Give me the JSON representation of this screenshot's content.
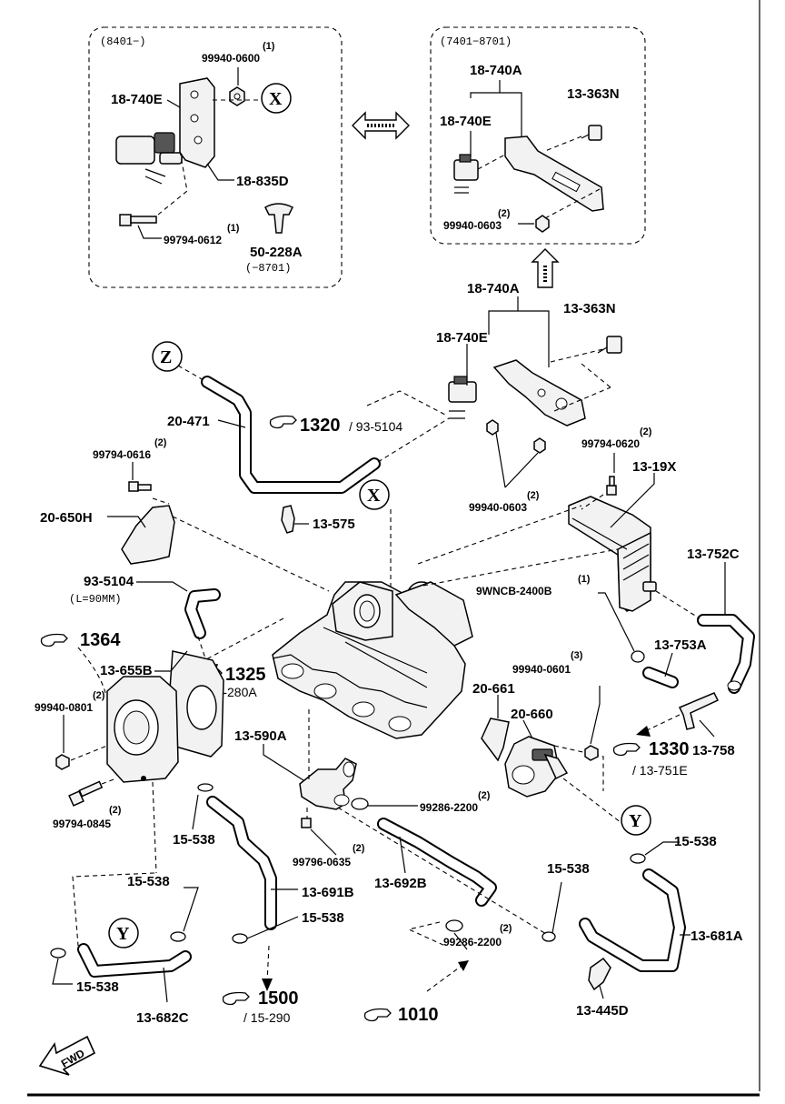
{
  "inset_left": {
    "range": "(8401−)",
    "bolt_note": "(−8701)"
  },
  "inset_right": {
    "range": "(7401−8701)"
  },
  "callouts": {
    "x": "X",
    "y": "Y",
    "z": "Z"
  },
  "parts": {
    "p18_740E": "18-740E",
    "p18_740A": "18-740A",
    "p18_835D": "18-835D",
    "p13_363N": "13-363N",
    "p99940_0600": "99940-0600",
    "p99940_0603": "99940-0603",
    "p99794_0612": "99794-0612",
    "p50_228A": "50-228A",
    "p20_471": "20-471",
    "p99794_0616": "99794-0616",
    "p20_650H": "20-650H",
    "p13_575": "13-575",
    "p93_5104": "93-5104",
    "p93_5104_note": "(L=90MM)",
    "p99794_0620": "99794-0620",
    "p13_19X": "13-19X",
    "p13_752C": "13-752C",
    "p9WNCB": "9WNCB-2400B",
    "p13_753A": "13-753A",
    "p99940_0601": "99940-0601",
    "p20_661": "20-661",
    "p20_660": "20-660",
    "p13_758": "13-758",
    "p13_655B": "13-655B",
    "p99940_0801": "99940-0801",
    "p99794_0845": "99794-0845",
    "p13_590A": "13-590A",
    "p99286_2200": "99286-2200",
    "p15_538": "15-538",
    "p99796_0635": "99796-0635",
    "p13_692B": "13-692B",
    "p13_691B": "13-691B",
    "p13_682C": "13-682C",
    "p13_681A": "13-681A",
    "p13_445D": "13-445D"
  },
  "quantities": {
    "one": "(1)",
    "two": "(2)",
    "three": "(3)"
  },
  "references": {
    "r1320": "1320",
    "r1320_sub": "/ 93-5104",
    "r1364": "1364",
    "r1325": "1325",
    "r1325_sub": "/ 13-280A",
    "r1330": "1330",
    "r1330_sub": "/ 13-751E",
    "r1500": "1500",
    "r1500_sub": "/ 15-290",
    "r1010": "1010"
  },
  "fwd_label": "FWD"
}
